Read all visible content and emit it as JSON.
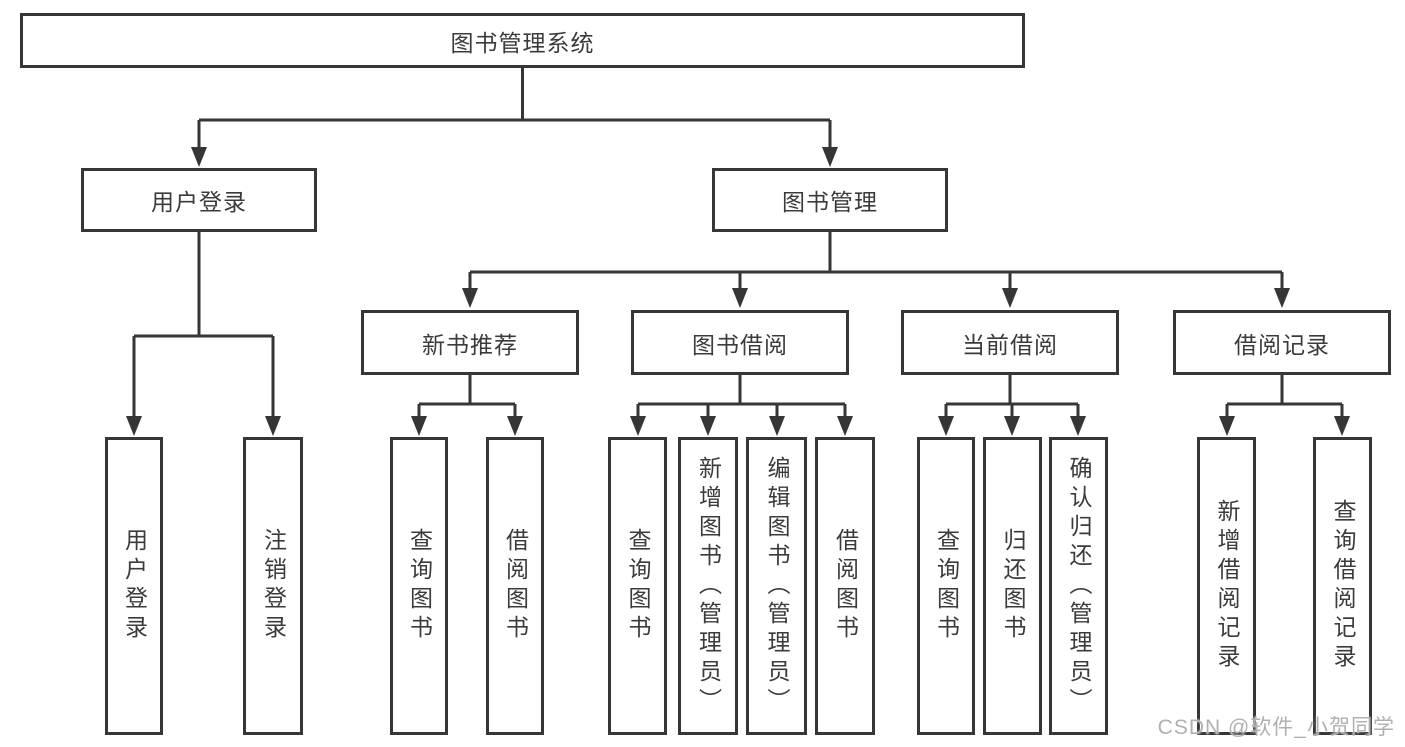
{
  "diagram": {
    "watermark": "CSDN @软件_小贺同学",
    "colors": {
      "line": "#363636",
      "box_border": "#363636",
      "box_background": "#ffffff",
      "text": "#3b3b3b",
      "watermark": "#b0b0b0"
    },
    "tree": {
      "root": {
        "label": "图书管理系统"
      },
      "branches": [
        {
          "label": "用户登录",
          "children": [
            {
              "label": "用户登录"
            },
            {
              "label": "注销登录"
            }
          ]
        },
        {
          "label": "图书管理",
          "children": [
            {
              "label": "新书推荐",
              "children": [
                {
                  "label": "查询图书"
                },
                {
                  "label": "借阅图书"
                }
              ]
            },
            {
              "label": "图书借阅",
              "children": [
                {
                  "label": "查询图书"
                },
                {
                  "label": "新增图书（管理员）"
                },
                {
                  "label": "编辑图书（管理员）"
                },
                {
                  "label": "借阅图书"
                }
              ]
            },
            {
              "label": "当前借阅",
              "children": [
                {
                  "label": "查询图书"
                },
                {
                  "label": "归还图书"
                },
                {
                  "label": "确认归还（管理员）"
                }
              ]
            },
            {
              "label": "借阅记录",
              "children": [
                {
                  "label": "新增借阅记录"
                },
                {
                  "label": "查询借阅记录"
                }
              ]
            }
          ]
        }
      ]
    }
  }
}
